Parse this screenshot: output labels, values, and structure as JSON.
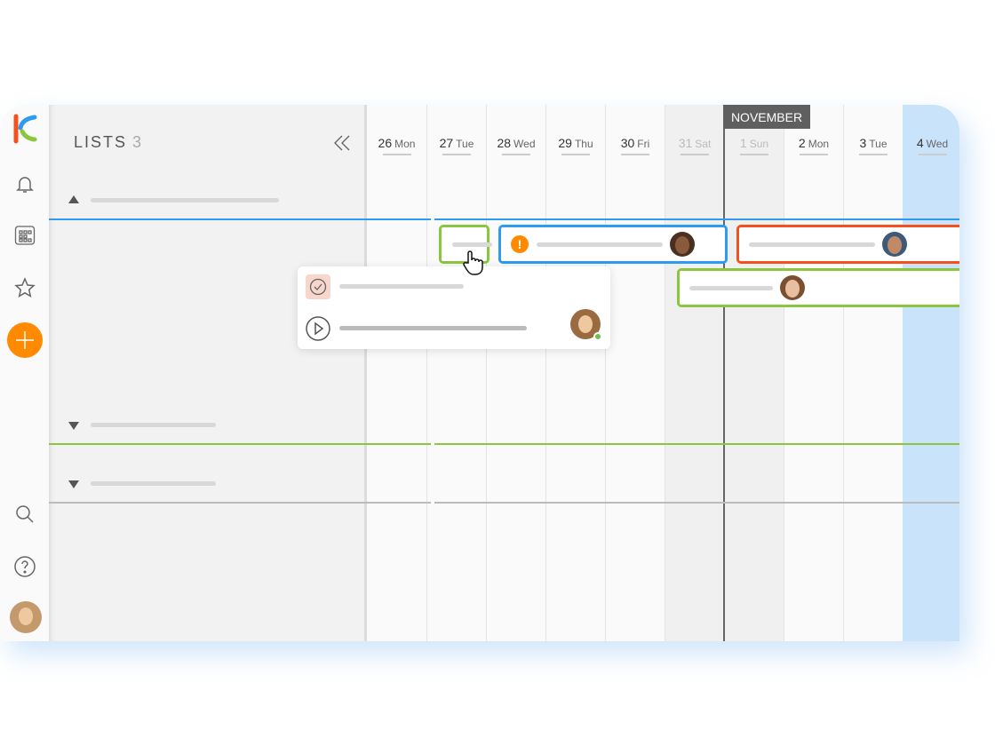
{
  "app": {
    "logo": "K"
  },
  "lists": {
    "title": "LISTS",
    "count": "3"
  },
  "calendar": {
    "month_label": "NOVEMBER",
    "days": [
      {
        "num": "26",
        "day": "Mon"
      },
      {
        "num": "27",
        "day": "Tue"
      },
      {
        "num": "28",
        "day": "Wed"
      },
      {
        "num": "29",
        "day": "Thu"
      },
      {
        "num": "30",
        "day": "Fri"
      },
      {
        "num": "31",
        "day": "Sat"
      },
      {
        "num": "1",
        "day": "Sun"
      },
      {
        "num": "2",
        "day": "Mon"
      },
      {
        "num": "3",
        "day": "Tue"
      },
      {
        "num": "4",
        "day": "Wed"
      }
    ]
  },
  "colors": {
    "blue": "#2e9bf0",
    "green": "#8cc63f",
    "orange": "#ff8a00",
    "red": "#f4511e",
    "today": "#c9e3fb"
  },
  "icons": [
    "logo",
    "bell-icon",
    "grid-icon",
    "star-icon",
    "add-icon",
    "search-icon",
    "help-icon",
    "avatar",
    "collapse-icon",
    "check-icon",
    "play-icon",
    "alert-icon",
    "hand-cursor-icon"
  ]
}
